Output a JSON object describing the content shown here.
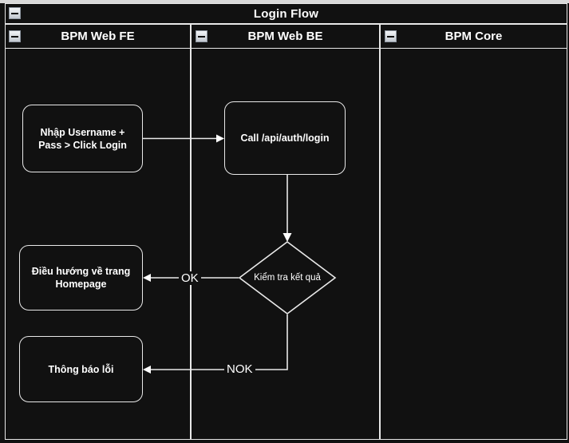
{
  "diagram": {
    "title": "Login Flow",
    "colors": {
      "background": "#111111",
      "stroke": "#e9e9e9",
      "text": "#ffffff",
      "icon_face": "#c2c8d0"
    },
    "collapse_icon": "minus-collapse-icon",
    "lanes": [
      {
        "id": "fe",
        "label": "BPM Web FE"
      },
      {
        "id": "be",
        "label": "BPM Web BE"
      },
      {
        "id": "core",
        "label": "BPM Core"
      }
    ],
    "nodes": [
      {
        "id": "input",
        "lane": "fe",
        "shape": "rounded-rect",
        "line1": "Nhập Username +",
        "line2": "Pass > Click Login"
      },
      {
        "id": "call",
        "lane": "be",
        "shape": "rounded-rect",
        "line1": "Call /api/auth/login",
        "line2": ""
      },
      {
        "id": "decision",
        "lane": "be",
        "shape": "diamond",
        "line1": "Kiểm tra kết quả",
        "line2": ""
      },
      {
        "id": "redirect",
        "lane": "fe",
        "shape": "rounded-rect",
        "line1": "Điều hướng về trang",
        "line2": "Homepage"
      },
      {
        "id": "error",
        "lane": "fe",
        "shape": "rounded-rect",
        "line1": "Thông báo lỗi",
        "line2": ""
      }
    ],
    "edges": [
      {
        "id": "e1",
        "from": "input",
        "to": "call",
        "label": ""
      },
      {
        "id": "e2",
        "from": "call",
        "to": "decision",
        "label": ""
      },
      {
        "id": "e3",
        "from": "decision",
        "to": "redirect",
        "label": "OK"
      },
      {
        "id": "e4",
        "from": "decision",
        "to": "error",
        "label": "NOK"
      }
    ]
  }
}
